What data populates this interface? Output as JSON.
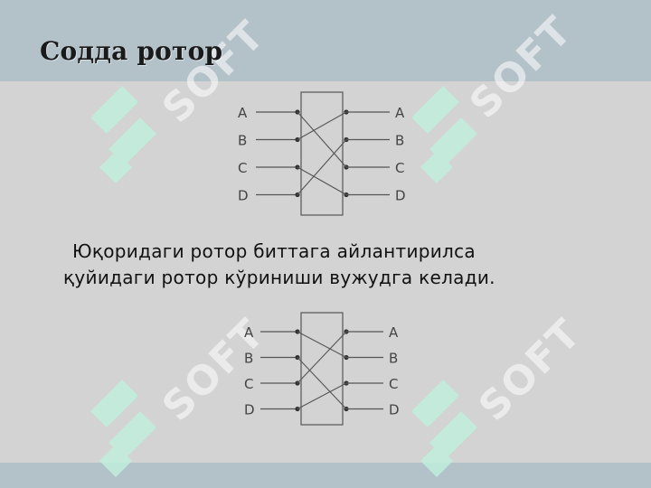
{
  "slide": {
    "title": "Содда ротор",
    "caption_line1": "Юқоридаги ротор биттага айлантирилса",
    "caption_line2": "қуйидаги ротор кўриниши вужудга келади."
  },
  "watermark": {
    "text": "SOFT",
    "logo": "sofft-logo-icon"
  },
  "colors": {
    "header_band": "#b3c1c8",
    "background": "#d3d3d3",
    "wires": "#555555",
    "watermark_logo": "#bff0dc"
  },
  "rotor_top": {
    "left_labels": [
      "A",
      "B",
      "C",
      "D"
    ],
    "right_labels": [
      "A",
      "B",
      "C",
      "D"
    ],
    "wiring": [
      [
        0,
        2
      ],
      [
        1,
        0
      ],
      [
        2,
        3
      ],
      [
        3,
        1
      ]
    ]
  },
  "rotor_bottom": {
    "left_labels": [
      "A",
      "B",
      "C",
      "D"
    ],
    "right_labels": [
      "A",
      "B",
      "C",
      "D"
    ],
    "wiring": [
      [
        0,
        1
      ],
      [
        1,
        3
      ],
      [
        2,
        0
      ],
      [
        3,
        2
      ]
    ]
  }
}
